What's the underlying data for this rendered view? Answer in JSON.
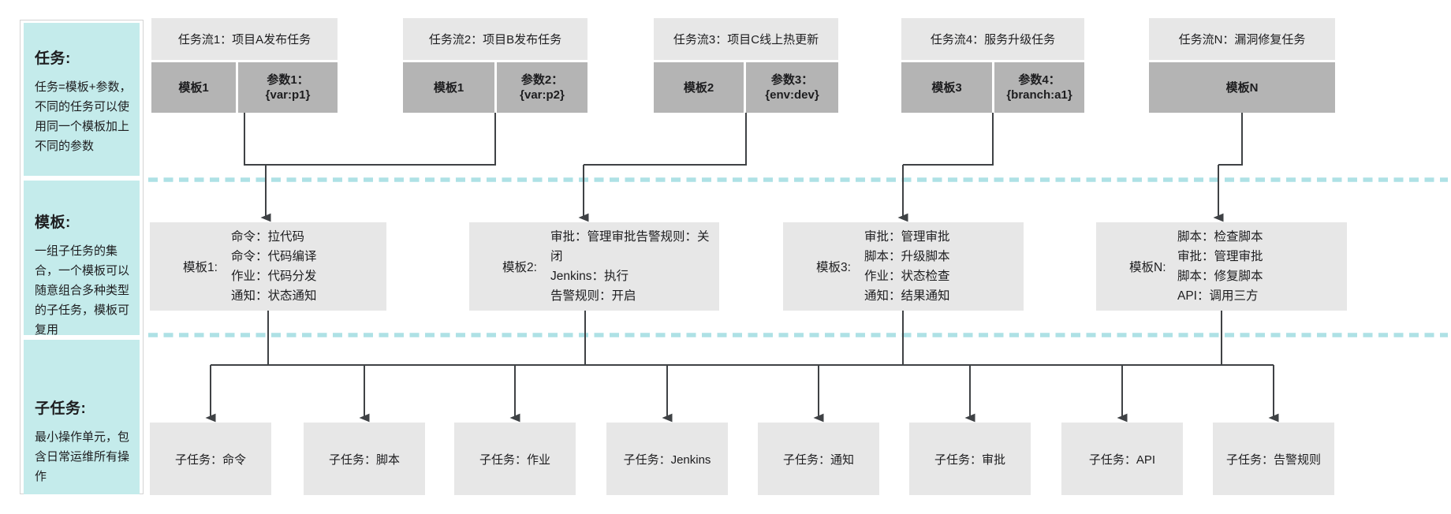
{
  "sidebar": {
    "sections": [
      {
        "title": "任务:",
        "body": "任务=模板+参数，不同的任务可以使用同一个模板加上不同的参数"
      },
      {
        "title": "模板:",
        "body": "一组子任务的集合，一个模板可以随意组合多种类型的子任务，模板可复用"
      },
      {
        "title": "子任务:",
        "body": "最小操作单元，包含日常运维所有操作"
      }
    ]
  },
  "task_flows": [
    {
      "title": "任务流1：项目A发布任务",
      "template": "模板1",
      "param_label": "参数1：",
      "param_value": "{var:p1}"
    },
    {
      "title": "任务流2：项目B发布任务",
      "template": "模板1",
      "param_label": "参数2：",
      "param_value": "{var:p2}"
    },
    {
      "title": "任务流3：项目C线上热更新",
      "template": "模板2",
      "param_label": "参数3：",
      "param_value": "{env:dev}"
    },
    {
      "title": "任务流4：服务升级任务",
      "template": "模板3",
      "param_label": "参数4：",
      "param_value": "{branch:a1}"
    },
    {
      "title": "任务流N：漏洞修复任务",
      "template": "模板N"
    }
  ],
  "templates": [
    {
      "label": "模板1:",
      "items": [
        "命令：拉代码",
        "命令：代码编译",
        "作业：代码分发",
        "通知：状态通知"
      ]
    },
    {
      "label": "模板2:",
      "items": [
        "审批：管理审批告警规则：关闭",
        "Jenkins：执行",
        "告警规则：开启"
      ]
    },
    {
      "label": "模板3:",
      "items": [
        "审批：管理审批",
        "脚本：升级脚本",
        "作业：状态检查",
        "通知：结果通知"
      ]
    },
    {
      "label": "模板N:",
      "items": [
        "脚本：检查脚本",
        "审批：管理审批",
        "脚本：修复脚本",
        "API：调用三方"
      ]
    }
  ],
  "subtasks": [
    "子任务：命令",
    "子任务：脚本",
    "子任务：作业",
    "子任务：Jenkins",
    "子任务：通知",
    "子任务：审批",
    "子任务：API",
    "子任务：告警规则"
  ],
  "colors": {
    "sidebar_cyan": "#c4ebeb",
    "dashed_line": "#aee1e5",
    "box_light_gray": "#e7e7e7",
    "box_dark_gray": "#b4b4b4",
    "connector": "#3f4245"
  }
}
